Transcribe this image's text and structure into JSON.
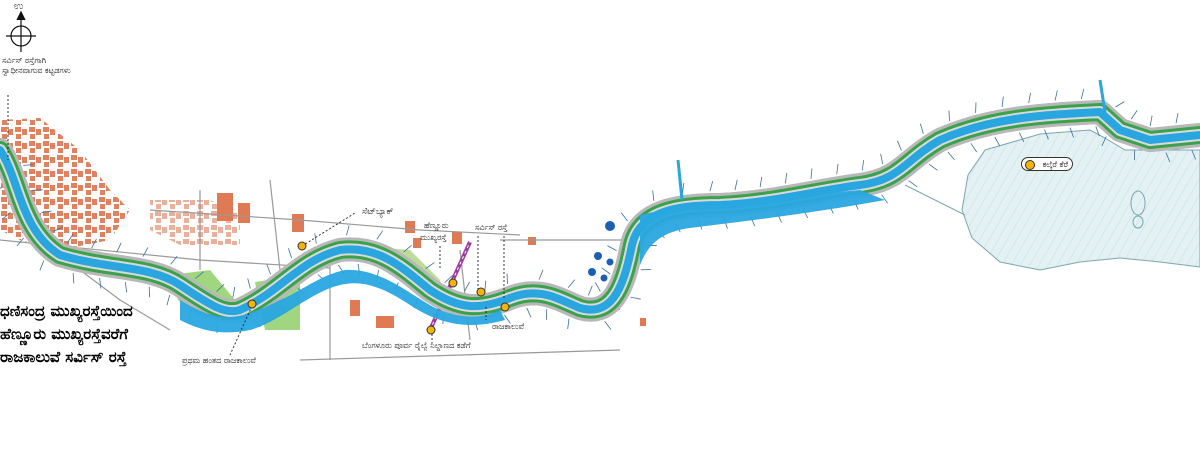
{
  "north_label": "ಉ",
  "service_road_buildings_label": "ಸರ್ವಿಸ್ ರಸ್ತೆಗಾಗಿ ಸ್ವಾಧೀನವಾಗುವ ಕಟ್ಟಡಗಳು",
  "title": {
    "line1": "ಧಣಿಸಂದ್ರ ಮುಖ್ಯರಸ್ತೆಯಿಂದ",
    "line2": "ಹೆಣ್ಣೂರು ಮುಖ್ಯರಸ್ತೆವರೆಗೆ",
    "line3": "ರಾಜಕಾಲುವೆ ಸರ್ವಿಸ್ ರಸ್ತೆ"
  },
  "labels": {
    "setback": "ಸೆಟ್‌ಬ್ಯಾಕ್",
    "hennur_main_road_1": "ಹೆಣ್ಣೂರು",
    "hennur_main_road_2": "ಮುಖ್ಯರಸ್ತೆ",
    "service_road": "ಸರ್ವಿಸ್ ರಸ್ತೆ",
    "rajakaluve": "ರಾಜಕಾಲುವೆ",
    "railway_station": "ಬೆಂಗಳೂರು ಪೂರ್ವ ರೈಲ್ವೆ ನಿಲ್ದಾಣದ ಕಡೆಗೆ",
    "first_phase_rajakaluve": "ಪ್ರಥಮ ಹಂತದ ರಾಜಕಾಲುವೆ",
    "lake": "ಕಲ್ಕೆರೆ ಕೆರೆ"
  },
  "colors": {
    "canal_water": "#29a6e0",
    "canal_edge": "#1e6f9e",
    "green_buffer": "#3aa24a",
    "road_grey": "#9a9a9a",
    "buildings": "#e07a55",
    "lake_fill": "#e3f1f3",
    "marker_yellow": "#f5b400",
    "tree_blue": "#1d5fb0",
    "park_green": "#8fcf6a",
    "rail_magenta": "#9b3aa0"
  },
  "icons": [
    "compass-north-icon",
    "marker-dot-icon",
    "tree-icon"
  ]
}
